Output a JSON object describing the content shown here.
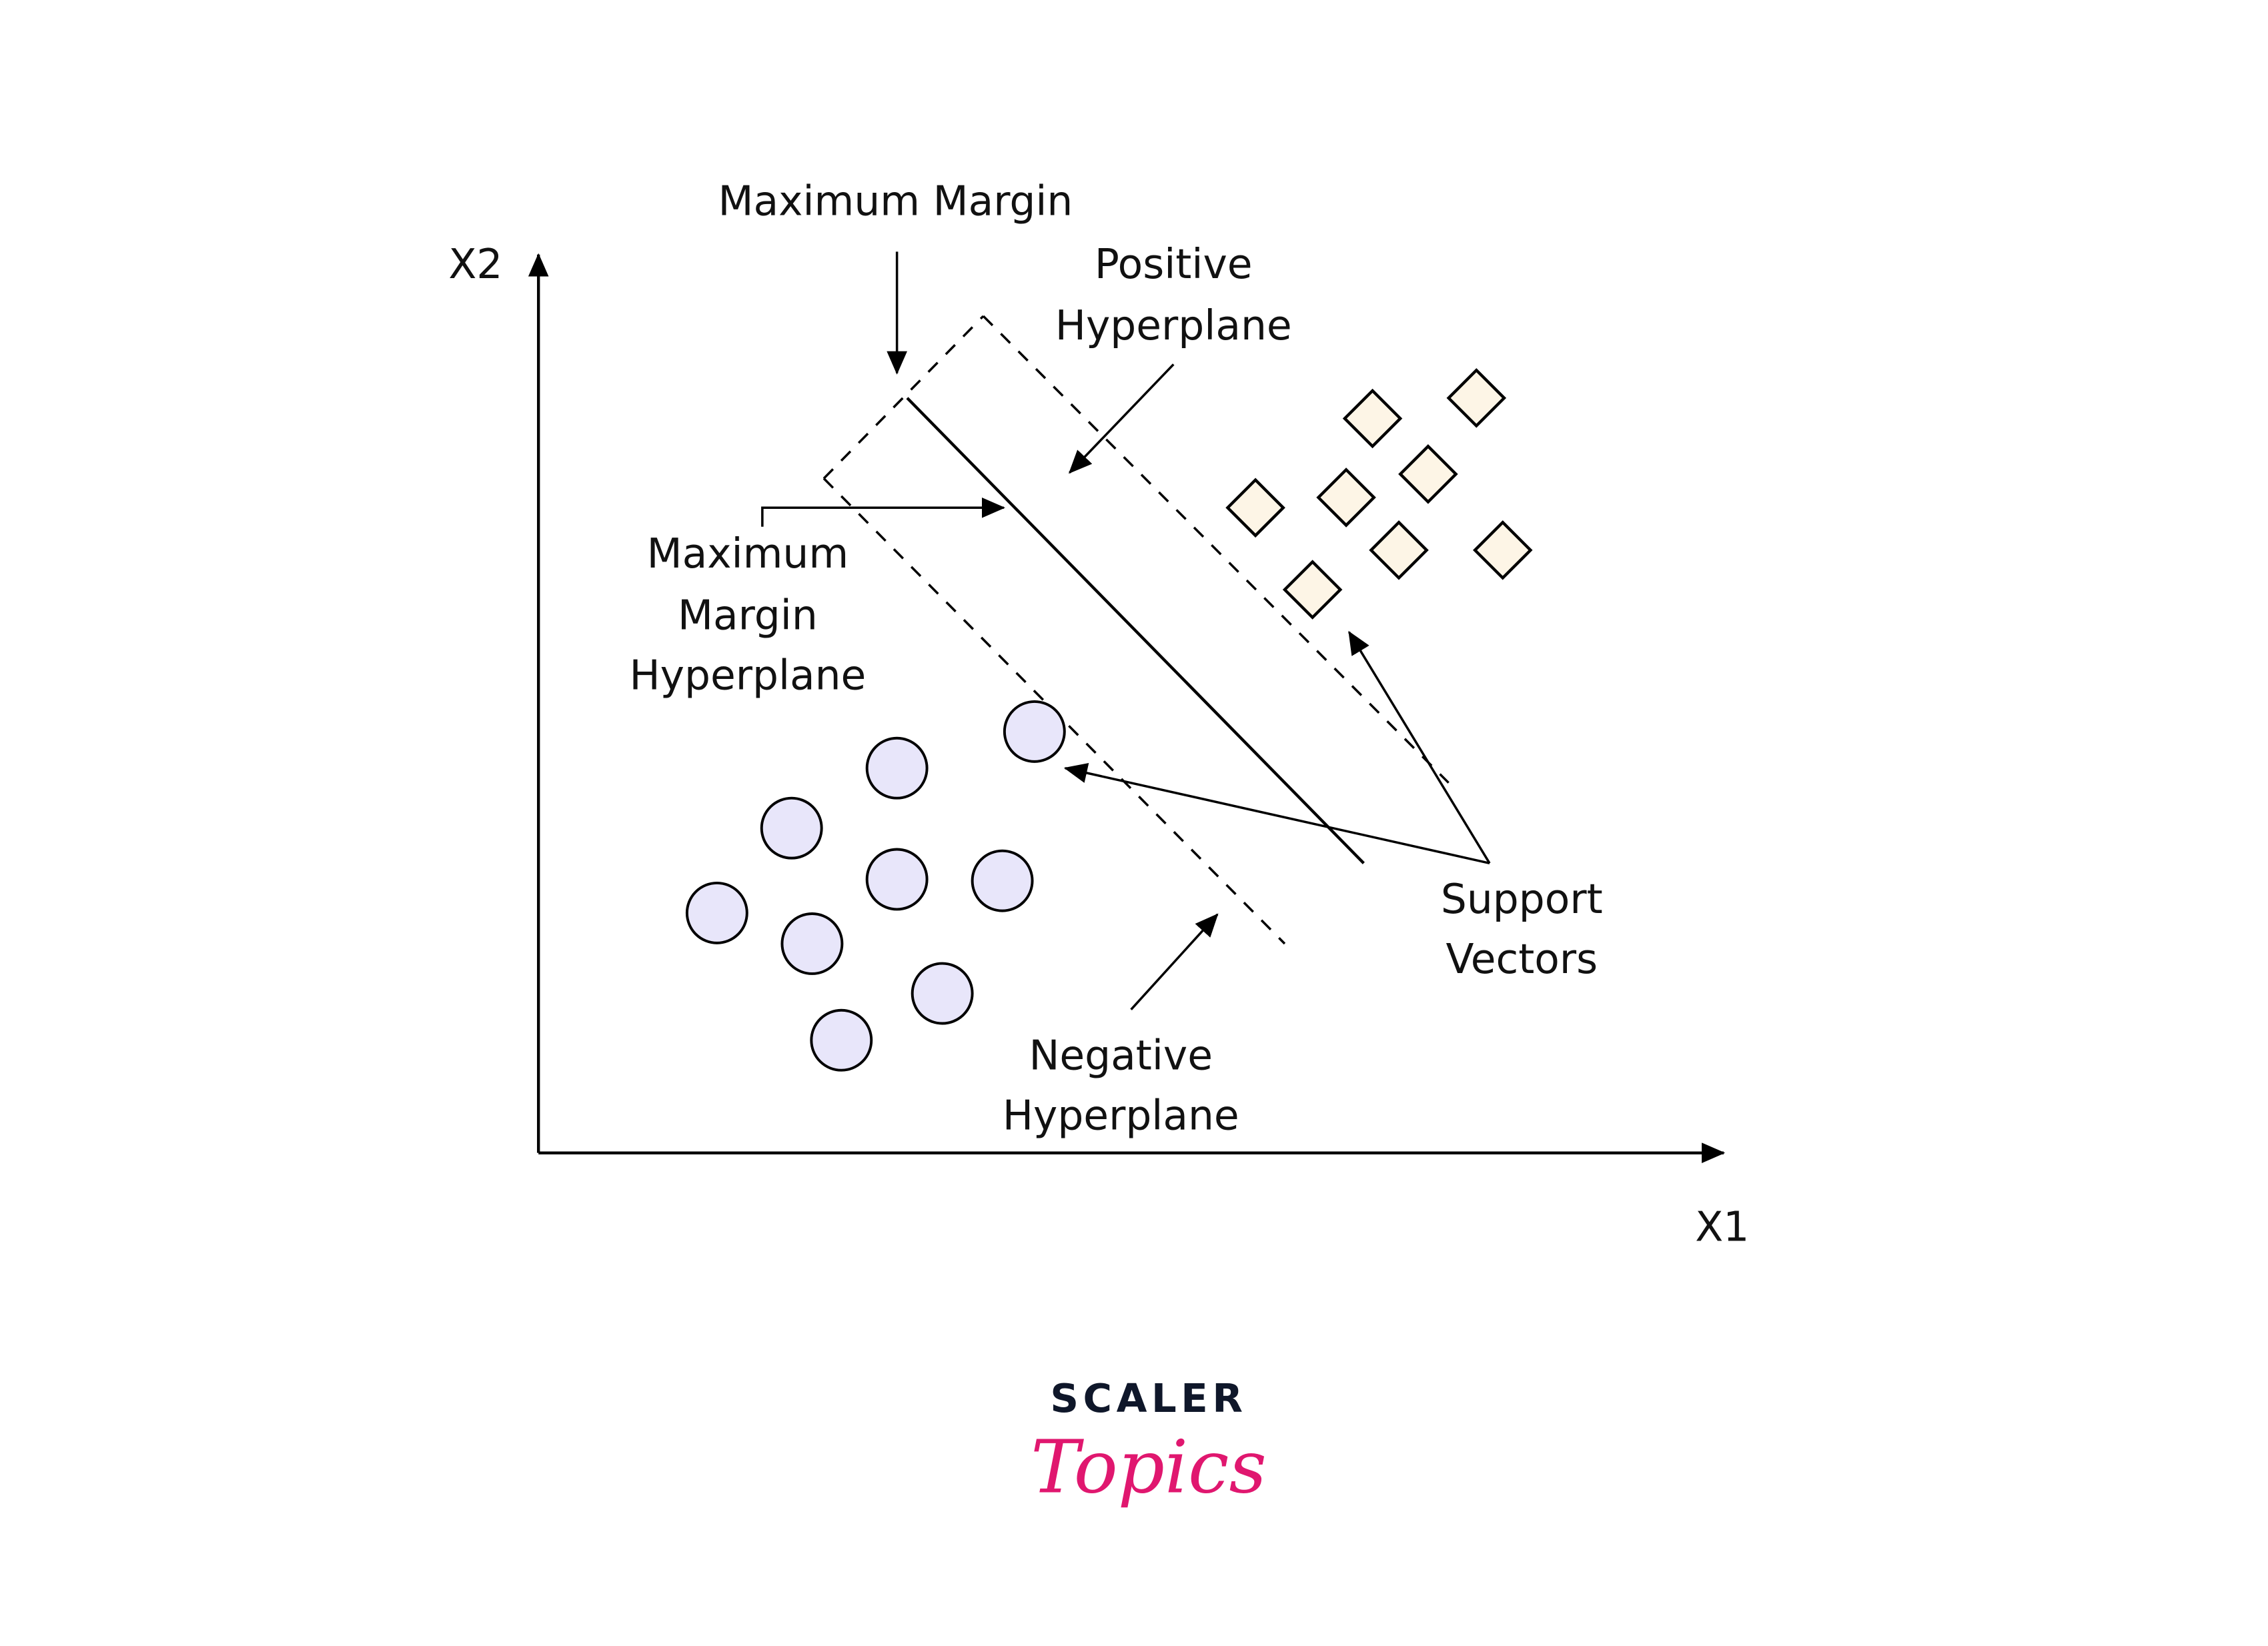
{
  "axes": {
    "x_label": "X1",
    "y_label": "X2"
  },
  "labels": {
    "maximum_margin": "Maximum Margin",
    "positive_hyperplane": [
      "Positive",
      "Hyperplane"
    ],
    "max_margin_hyperplane": [
      "Maximum",
      "Margin",
      "Hyperplane"
    ],
    "support_vectors": [
      "Support",
      "Vectors"
    ],
    "negative_hyperplane": [
      "Negative",
      "Hyperplane"
    ]
  },
  "classes": {
    "positive": {
      "shape": "diamond",
      "count": 8,
      "fill": "#fdf5e6"
    },
    "negative": {
      "shape": "circle",
      "count": 9,
      "fill": "#e8e6fa"
    }
  },
  "colors": {
    "stroke": "#000000",
    "logo_dark": "#0f172a",
    "logo_pink": "#e0176f"
  },
  "logo": {
    "line1": "SCALER",
    "line2": "Topics"
  }
}
